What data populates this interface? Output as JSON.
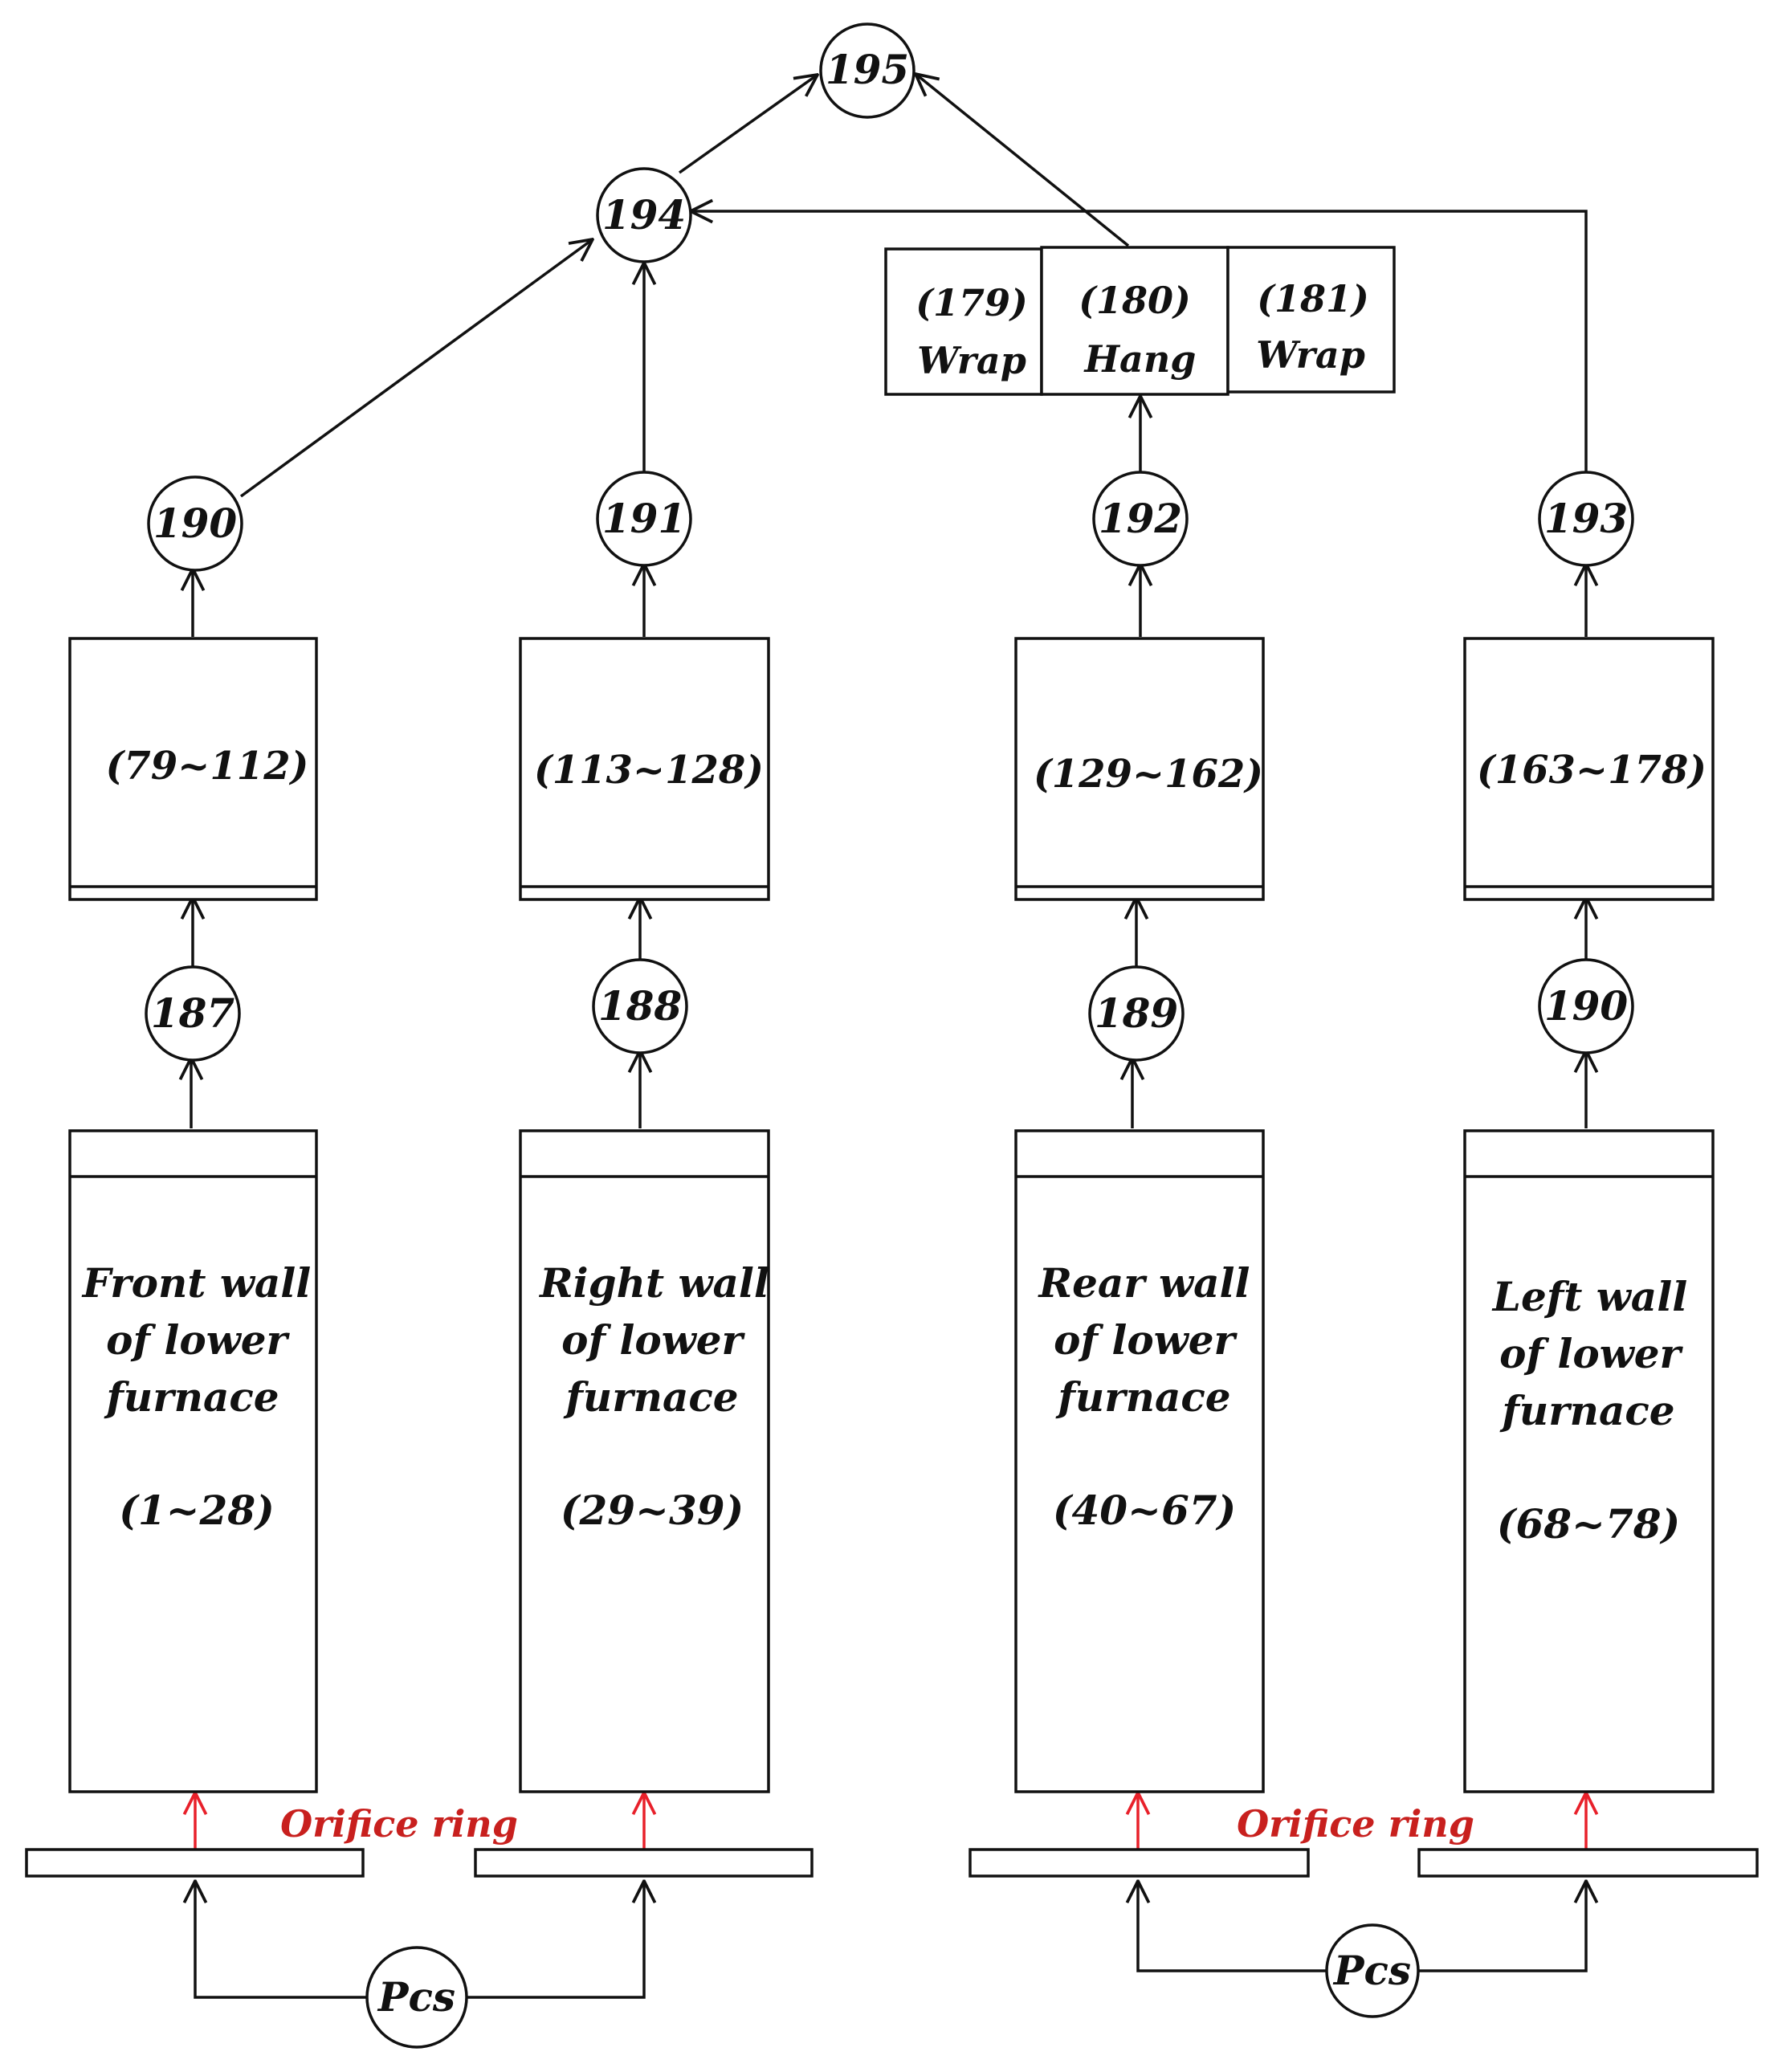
{
  "nodes": {
    "n187": "187",
    "n188": "188",
    "n189": "189",
    "n190a": "190",
    "n190b": "190",
    "n191": "191",
    "n192": "192",
    "n193": "193",
    "n194": "194",
    "n195": "195",
    "pcs_left": "Pcs",
    "pcs_right": "Pcs"
  },
  "upper_boxes": {
    "front": "(79~112)",
    "right": "(113~128)",
    "rear": "(129~162)",
    "left": "(163~178)"
  },
  "top_boxes": [
    {
      "range": "(179)",
      "type": "Wrap"
    },
    {
      "range": "(180)",
      "type": "Hang"
    },
    {
      "range": "(181)",
      "type": "Wrap"
    }
  ],
  "lower_walls": [
    {
      "lines": [
        "Front wall",
        "of lower",
        "furnace"
      ],
      "range": "(1~28)"
    },
    {
      "lines": [
        "Right wall",
        "of lower",
        "furnace"
      ],
      "range": "(29~39)"
    },
    {
      "lines": [
        "Rear wall",
        "of lower",
        "furnace"
      ],
      "range": "(40~67)"
    },
    {
      "lines": [
        "Left wall",
        "of lower",
        "furnace"
      ],
      "range": "(68~78)"
    }
  ],
  "orifice_labels": [
    "Orifice ring",
    "Orifice ring"
  ],
  "colors": {
    "line": "#111111",
    "orifice": "#e8202a",
    "orifice_text": "#c8201e"
  }
}
